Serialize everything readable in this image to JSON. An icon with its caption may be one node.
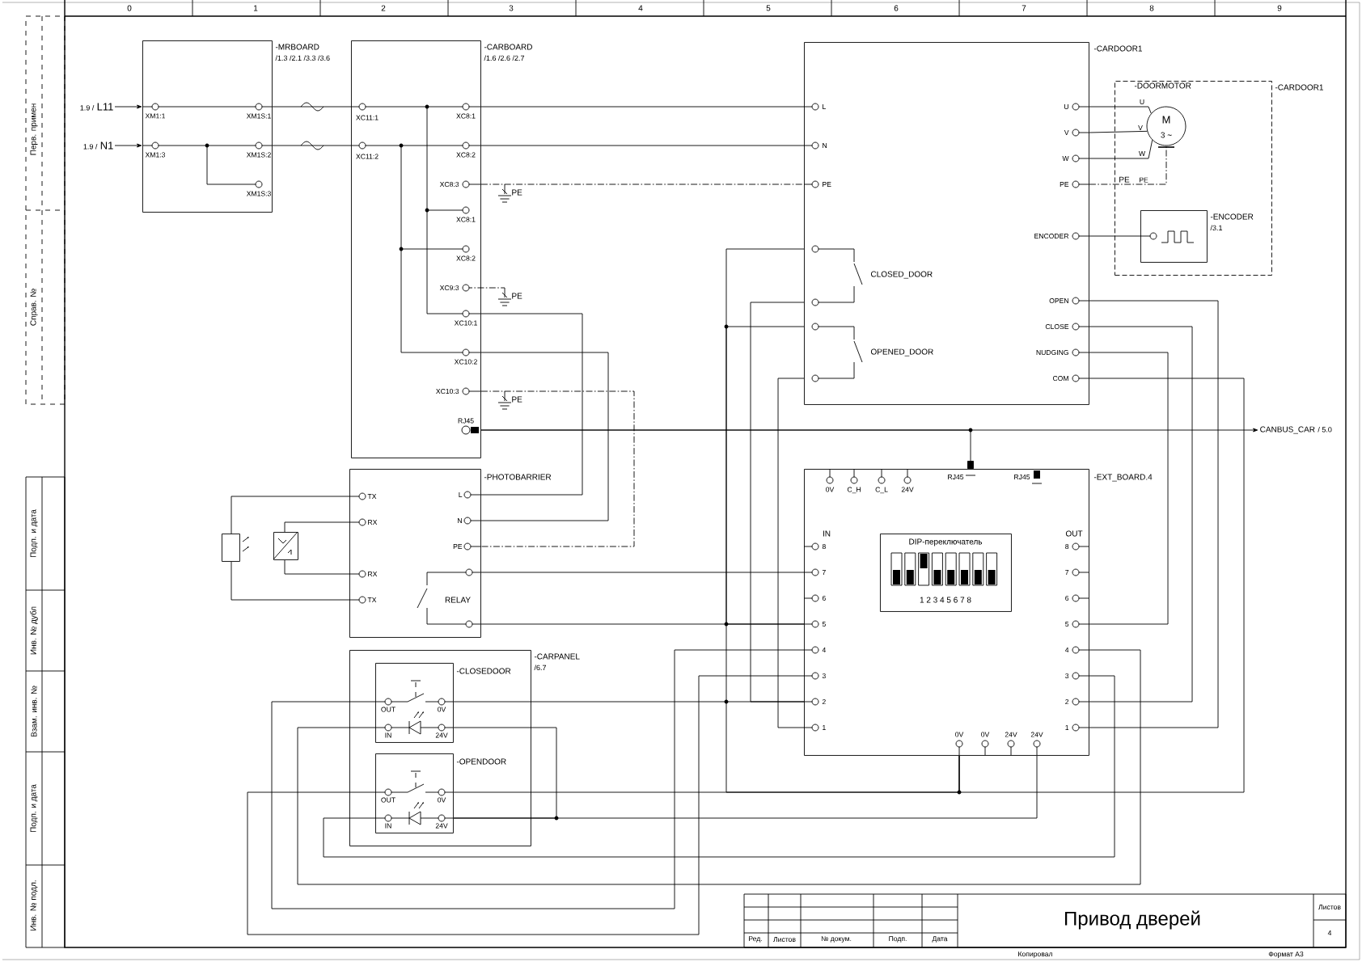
{
  "diagram": {
    "title": "Привод дверей",
    "nodes": [
      {
        "text": [
          "-MRBOARD",
          "/1.3 /2.1 /3.3 /3.6"
        ]
      },
      {
        "text": [
          "-CARBOARD",
          "/1.6 /2.6 /2.7"
        ]
      },
      {
        "text": [
          "-CARDOOR1"
        ]
      },
      {
        "text": [
          "-CARDOOR1"
        ]
      },
      {
        "text": [
          "-DOORMOTOR",
          "M",
          "3 ~"
        ],
        "in": 3
      },
      {
        "text": [
          "-ENCODER",
          "/3.1"
        ],
        "in": 3
      },
      {
        "text": [
          "-PHOTOBARRIER",
          "RELAY"
        ]
      },
      {
        "text": [],
        "shape": "box"
      },
      {
        "text": [],
        "shape": "box"
      },
      {
        "text": [
          "-CARPANEL",
          "/6.7"
        ]
      },
      {
        "text": [
          "-CLOSEDOOR"
        ],
        "in": 9
      },
      {
        "text": [
          "-OPENDOOR"
        ],
        "in": 9
      },
      {
        "text": [
          "-EXT_BOARD.4"
        ]
      },
      {
        "text": [
          "DIP-переключатель",
          "1 2 3 4 5 6 7 8"
        ],
        "in": 12
      },
      {
        "text": [
          "CANBUS_CAR",
          "/ 5.0"
        ]
      },
      {
        "text": [
          "1.9 /",
          "L11"
        ]
      },
      {
        "text": [
          "1.9 /",
          "N1"
        ]
      }
    ],
    "edges": [
      {
        "from": 15,
        "to": 0,
        "arrow": "to"
      },
      {
        "from": 16,
        "to": 0,
        "arrow": "to"
      },
      {
        "from": 0,
        "to": 1,
        "arrow": "none"
      },
      {
        "from": 0,
        "to": 1,
        "arrow": "none"
      },
      {
        "from": 1,
        "to": 2,
        "arrow": "none"
      },
      {
        "from": 1,
        "to": 2,
        "arrow": "none"
      },
      {
        "from": 1,
        "to": 2,
        "arrow": "none",
        "style": "dashed"
      },
      {
        "from": 1,
        "to": 6,
        "arrow": "none"
      },
      {
        "from": 1,
        "to": 6,
        "arrow": "none"
      },
      {
        "from": 1,
        "to": 6,
        "arrow": "none",
        "style": "dashed"
      },
      {
        "from": 1,
        "to": 14,
        "arrow": "to"
      },
      {
        "from": 1,
        "to": 12,
        "arrow": "other"
      },
      {
        "from": 2,
        "to": 4,
        "arrow": "none"
      },
      {
        "from": 2,
        "to": 4,
        "arrow": "none"
      },
      {
        "from": 2,
        "to": 4,
        "arrow": "none"
      },
      {
        "from": 2,
        "to": 4,
        "arrow": "none",
        "style": "dashed"
      },
      {
        "from": 2,
        "to": 5,
        "arrow": "none"
      },
      {
        "from": 2,
        "to": 12,
        "arrow": "none"
      },
      {
        "from": 2,
        "to": 12,
        "arrow": "none"
      },
      {
        "from": 2,
        "to": 12,
        "arrow": "none"
      },
      {
        "from": 2,
        "to": 12,
        "arrow": "none"
      },
      {
        "from": 2,
        "to": 12,
        "arrow": "none"
      },
      {
        "from": 2,
        "to": 12,
        "arrow": "none"
      },
      {
        "from": 2,
        "to": 12,
        "arrow": "none"
      },
      {
        "from": 2,
        "to": 12,
        "arrow": "none"
      },
      {
        "from": 6,
        "to": 7,
        "arrow": "none"
      },
      {
        "from": 6,
        "to": 7,
        "arrow": "none"
      },
      {
        "from": 6,
        "to": 8,
        "arrow": "none"
      },
      {
        "from": 6,
        "to": 8,
        "arrow": "none"
      },
      {
        "from": 6,
        "to": 12,
        "arrow": "none"
      },
      {
        "from": 6,
        "to": 12,
        "arrow": "none"
      },
      {
        "from": 10,
        "to": 12,
        "arrow": "none"
      },
      {
        "from": 10,
        "to": 12,
        "arrow": "none"
      },
      {
        "from": 11,
        "to": 12,
        "arrow": "none"
      },
      {
        "from": 11,
        "to": 12,
        "arrow": "none"
      },
      {
        "from": 10,
        "to": 12,
        "arrow": "none"
      },
      {
        "from": 10,
        "to": 11,
        "arrow": "none"
      },
      {
        "from": 11,
        "to": 12,
        "arrow": "none"
      },
      {
        "from": 11,
        "to": 12,
        "arrow": "none"
      }
    ],
    "labels": [
      "0",
      "1",
      "2",
      "3",
      "4",
      "5",
      "6",
      "7",
      "8",
      "9",
      "Перв. примен",
      "Справ. №",
      "XM1:1",
      "XM1:3",
      "XM1S:1",
      "XM1S:2",
      "XM1S:3",
      "XC11:1",
      "XC11:2",
      "XC8:1",
      "XC8:2",
      "XC8:3",
      "XC8:1",
      "XC8:2",
      "XC9:3",
      "XC10:1",
      "XC10:2",
      "XC10:3",
      "RJ45",
      "PE",
      "PE",
      "PE",
      "L",
      "N",
      "PE",
      "U",
      "V",
      "W",
      "PE",
      "ENCODER",
      "CLOSED_DOOR",
      "OPENED_DOOR",
      "OPEN",
      "CLOSE",
      "NUDGING",
      "COM",
      "U",
      "V",
      "W",
      "PE",
      "PE",
      "TX",
      "RX",
      "RX",
      "TX",
      "L",
      "N",
      "PE",
      "OUT",
      "0V",
      "IN",
      "24V",
      "OUT",
      "0V",
      "IN",
      "24V",
      "0V",
      "C_H",
      "C_L",
      "24V",
      "RJ45",
      "RJ45",
      "IN",
      "OUT",
      "8",
      "7",
      "6",
      "5",
      "4",
      "3",
      "2",
      "1",
      "8",
      "7",
      "6",
      "5",
      "4",
      "3",
      "2",
      "1",
      "0V",
      "0V",
      "24V",
      "24V",
      "Подп. и дата",
      "Инв. № дубл",
      "Взам. инв. №",
      "Подп. и дата",
      "Инв. № подл.",
      "Ред.",
      "Листов",
      "№ докум.",
      "Подп.",
      "Дата",
      "Листов",
      "4",
      "Копировал",
      "Формат А3"
    ]
  }
}
